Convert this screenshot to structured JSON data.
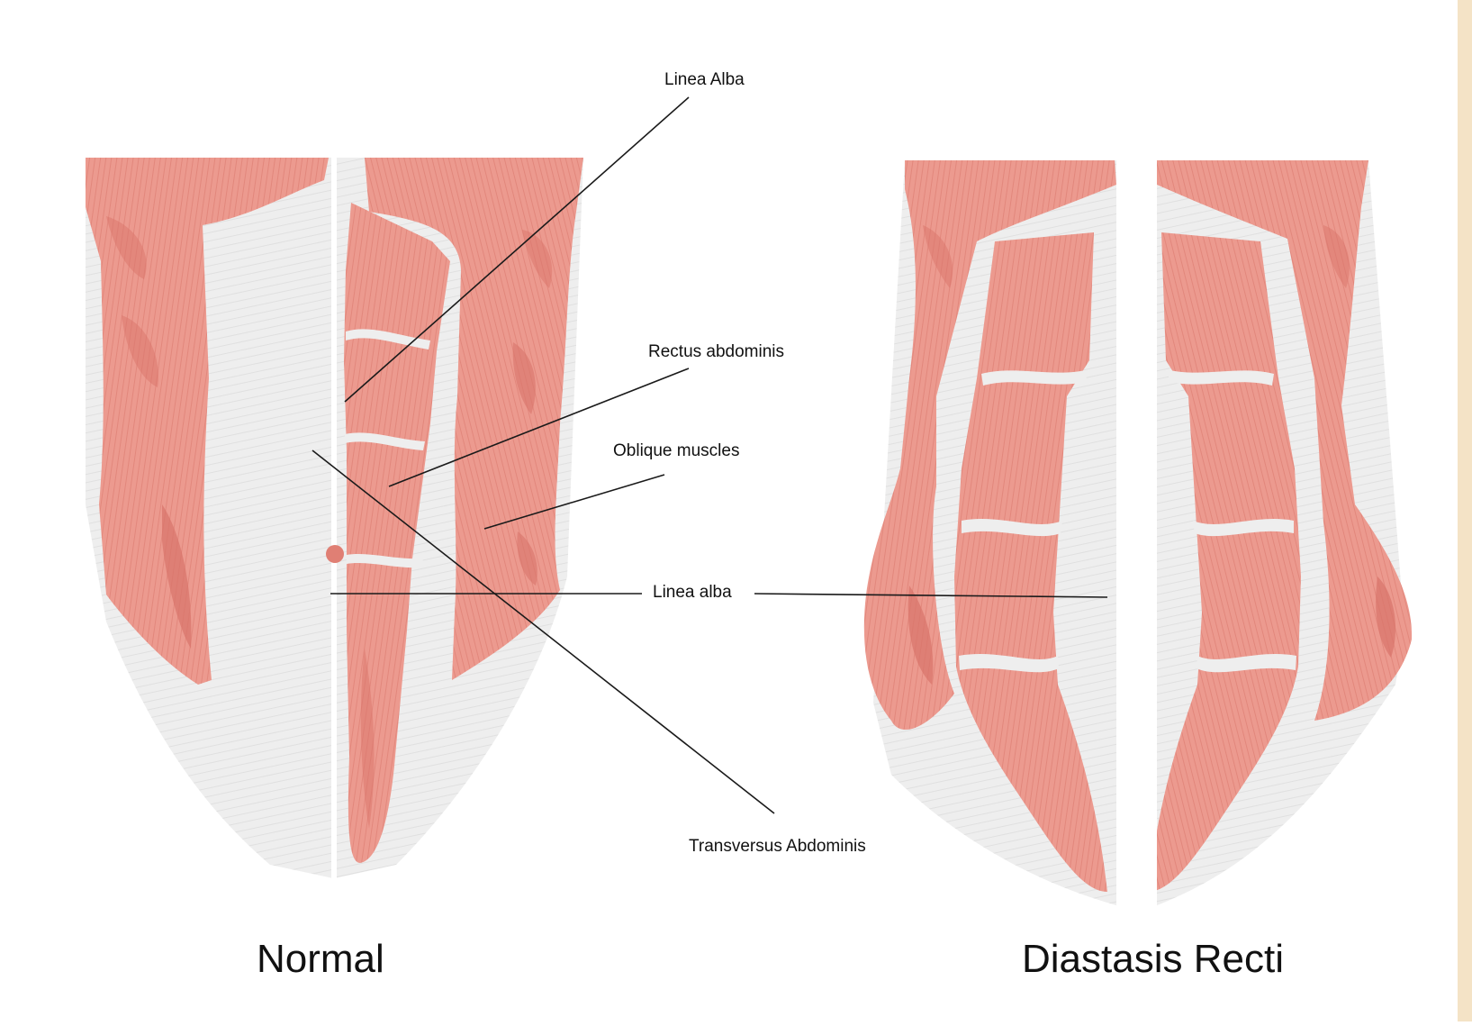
{
  "labels": {
    "linea_alba_top": "Linea Alba",
    "rectus_abdominis": "Rectus abdominis",
    "oblique_muscles": "Oblique muscles",
    "linea_alba_mid": "Linea alba",
    "transversus_abdominis": "Transversus Abdominis"
  },
  "captions": {
    "normal": "Normal",
    "diastasis": "Diastasis Recti"
  },
  "colors": {
    "muscle": "#ec9a8f",
    "muscle_dark": "#d9746a",
    "muscle_light": "#f4b3a9",
    "fascia": "#ececec",
    "fascia_line": "#dcdcdc",
    "leader": "#1a1a1a",
    "edge_strip": "#f4e3c6"
  }
}
